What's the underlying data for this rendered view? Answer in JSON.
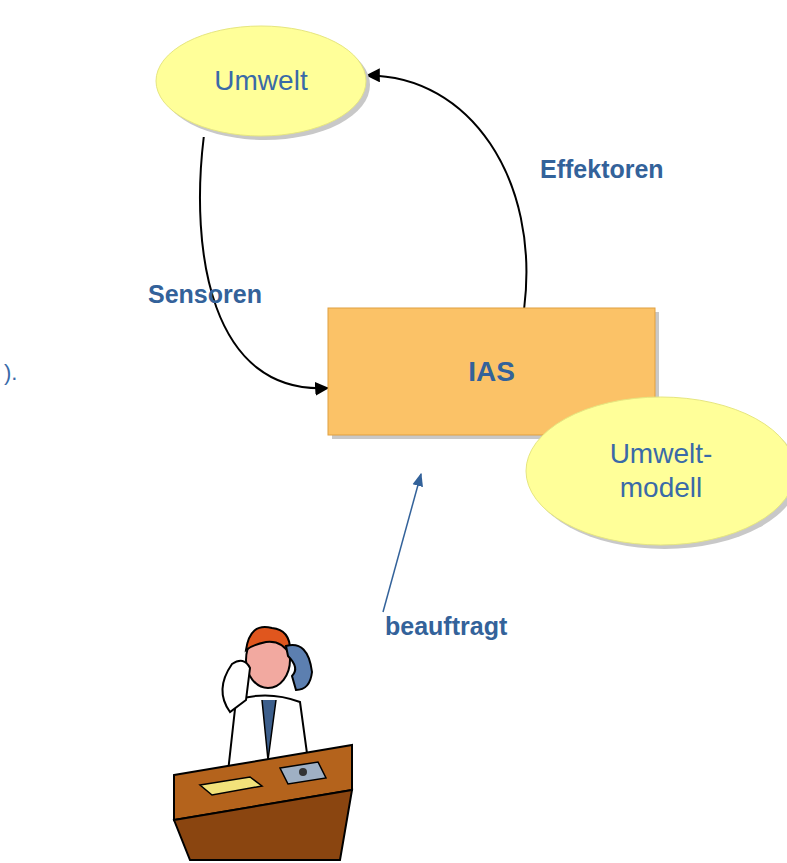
{
  "diagram": {
    "nodes": [
      {
        "text": [
          "Umwelt"
        ]
      },
      {
        "text": [
          "IAS"
        ]
      },
      {
        "text": [
          "Umwelt- modell"
        ]
      }
    ],
    "edges": [
      {
        "from": 0,
        "to": 1,
        "label": "Sensoren",
        "arrow": "to"
      },
      {
        "from": 1,
        "to": 0,
        "label": "Effektoren",
        "arrow": "to"
      }
    ],
    "labels": [
      "beauftragt",
      ")."
    ]
  }
}
